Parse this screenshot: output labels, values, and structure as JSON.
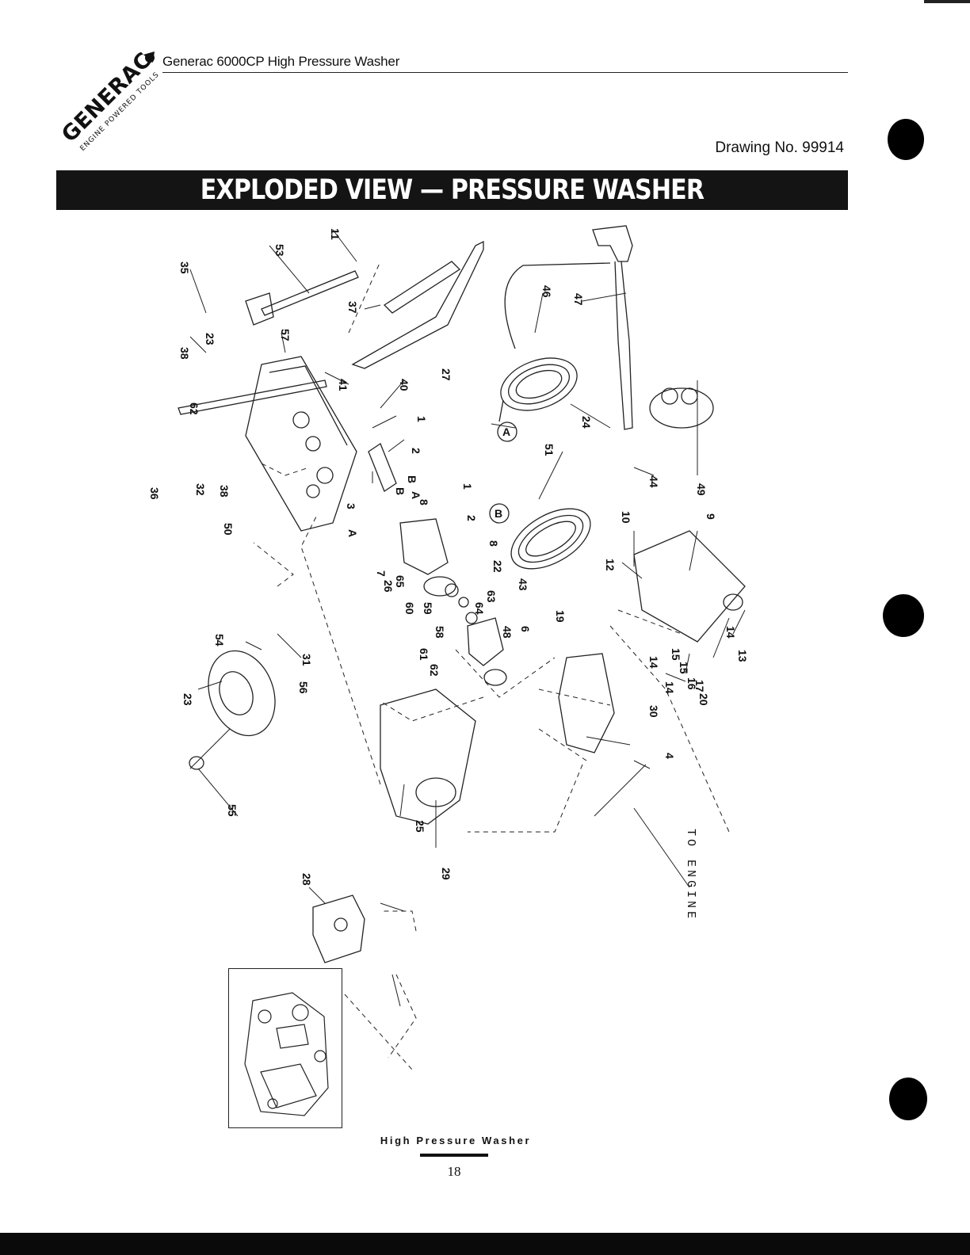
{
  "logo": {
    "brand": "GENERAC",
    "tagline": "ENGINE POWERED TOOLS"
  },
  "header": {
    "title": "Generac 6000CP  High Pressure Washer"
  },
  "drawing_number": "Drawing No. 99914",
  "banner": {
    "title": "EXPLODED VIEW — PRESSURE WASHER"
  },
  "diagram": {
    "note": "TO ENGINE",
    "callouts": [
      "11",
      "53",
      "35",
      "38",
      "37",
      "23",
      "57",
      "41",
      "62",
      "36",
      "32",
      "38",
      "50",
      "40",
      "1",
      "2",
      "3",
      "B",
      "8",
      "A",
      "27",
      "46",
      "47",
      "24",
      "44",
      "49",
      "51",
      "B",
      "A",
      "1",
      "2",
      "8",
      "22",
      "7",
      "26",
      "65",
      "59",
      "60",
      "63",
      "64",
      "43",
      "58",
      "61",
      "62",
      "48",
      "6",
      "9",
      "10",
      "12",
      "13",
      "14",
      "15",
      "14",
      "15",
      "14",
      "16",
      "20",
      "17",
      "19",
      "30",
      "4",
      "54",
      "31",
      "56",
      "23",
      "55",
      "25",
      "29",
      "28"
    ]
  },
  "footer": {
    "title": "High Pressure Washer",
    "page_number": "18"
  }
}
